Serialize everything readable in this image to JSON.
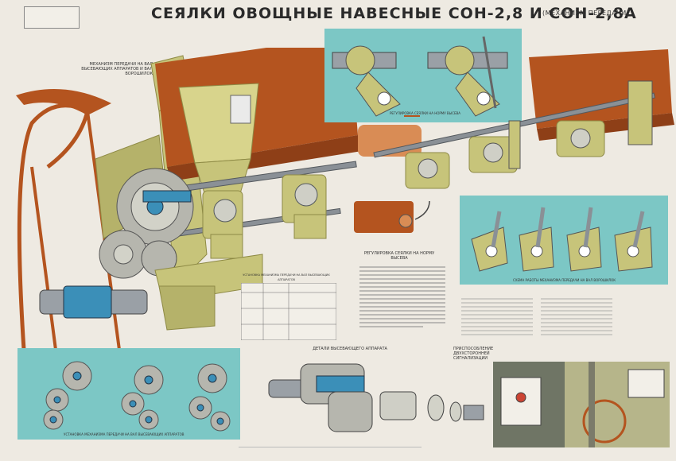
{
  "header": {
    "title": "СЕЯЛКИ ОВОЩНЫЕ НАВЕСНЫЕ СОН-2,8 И СОН-2,8А",
    "subtitle": "(МЕХАНИЗМ ПЕРЕДАЧИ)"
  },
  "captions": {
    "main_mechanism": "МЕХАНИЗМ ПЕРЕДАЧИ НА ВАЛ ВЫСЕВАЮЩИХ АППАРАТОВ И ВАЛ ВОРОШИЛОК",
    "sowing_rate": "РЕГУЛИРОВКА СЕЯЛКИ НА НОРМУ ВЫСЕВА",
    "agitator_scheme": "СХЕМА РАБОТЫ МЕХАНИЗМА ПЕРЕДАЧИ НА ВАЛ ВОРОШИЛОК",
    "sowing_rate_setting": "РЕГУЛИРОВКА СЕЯЛКИ НА НОРМУ ВЫСЕВА",
    "gear_installation": "УСТАНОВКА МЕХАНИЗМА ПЕРЕДАЧИ НА ВАЛ ВЫСЕВАЮЩИХ АППАРАТОВ",
    "seeder_details": "ДЕТАЛИ ВЫСЕВАЮЩЕГО АППАРАТА",
    "signaling": "ПРИСПОСОБЛЕНИЕ ДВУХСТОРОННЕЙ СИГНАЛИЗАЦИИ",
    "table_title": "УСТАНОВКА МЕХАНИЗМА ПЕРЕДАЧИ НА ВАЛ ВЫСЕВАЮЩИХ АППАРАТОВ"
  },
  "colors": {
    "olive": "#c7c47a",
    "olive_dark": "#8e8a45",
    "rust": "#b4541f",
    "rust_light": "#d98c55",
    "teal": "#7cc7c5",
    "blue": "#3b8fb8",
    "steel": "#9aa0a6",
    "steel_dark": "#54595e",
    "gear_gray": "#b6b6ae"
  }
}
